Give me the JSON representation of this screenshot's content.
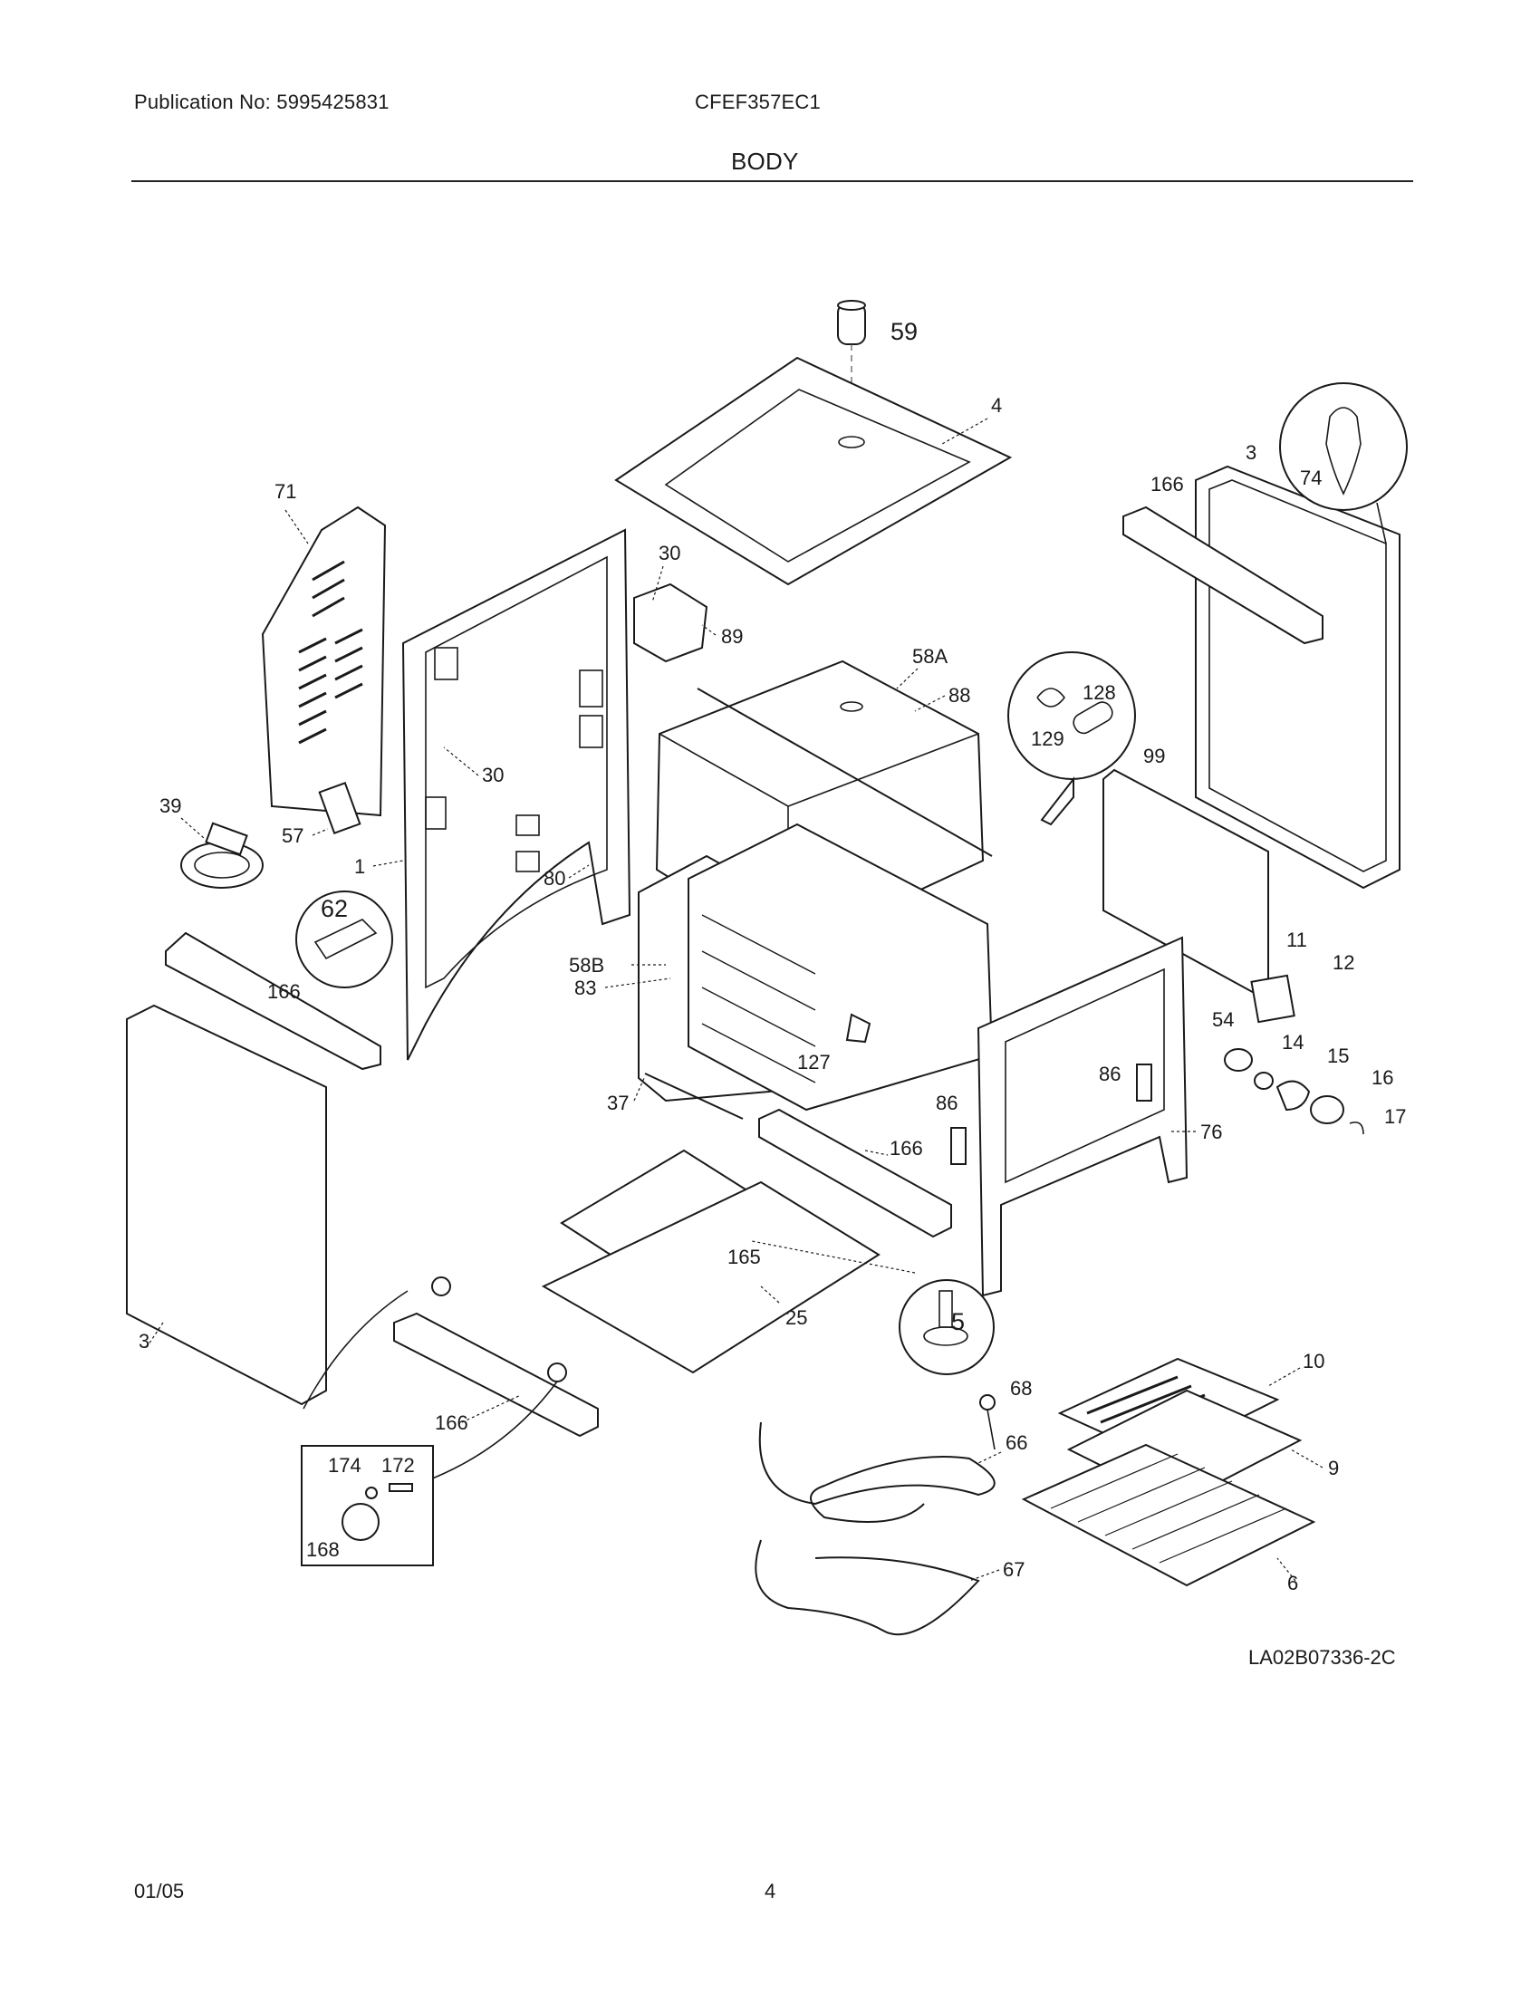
{
  "header": {
    "publication": "Publication No: 5995425831",
    "model": "CFEF357EC1",
    "section": "BODY"
  },
  "diagram_code": "LA02B07336-2C",
  "footer": {
    "date": "01/05",
    "page": "4"
  },
  "callouts": {
    "c59": "59",
    "c4": "4",
    "c3a": "3",
    "c166a": "166",
    "c74": "74",
    "c71": "71",
    "c30a": "30",
    "c89": "89",
    "c58A": "58A",
    "c88": "88",
    "c128": "128",
    "c129": "129",
    "c99": "99",
    "c30b": "30",
    "c39": "39",
    "c57": "57",
    "c1": "1",
    "c80": "80",
    "c62": "62",
    "c166b": "166",
    "c58B": "58B",
    "c83": "83",
    "c11": "11",
    "c12": "12",
    "c54": "54",
    "c14": "14",
    "c15": "15",
    "c16": "16",
    "c17": "17",
    "c127": "127",
    "c86a": "86",
    "c86b": "86",
    "c37": "37",
    "c166c": "166",
    "c76": "76",
    "c165": "165",
    "c25": "25",
    "c5": "5",
    "c3b": "3",
    "c166d": "166",
    "c68": "68",
    "c10": "10",
    "c66": "66",
    "c9": "9",
    "c174": "174",
    "c172": "172",
    "c168": "168",
    "c67": "67",
    "c6": "6"
  }
}
